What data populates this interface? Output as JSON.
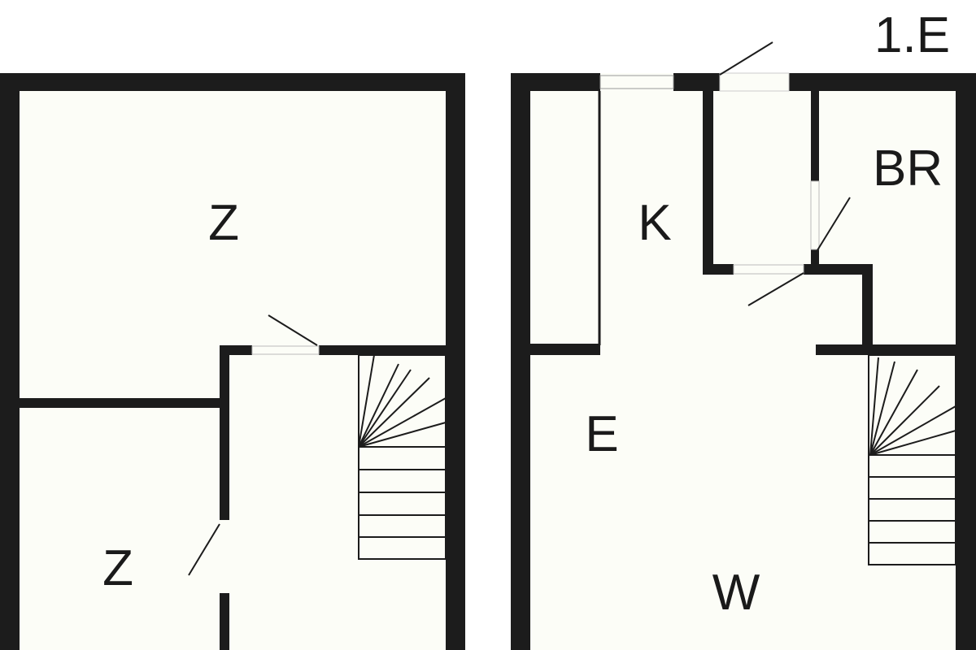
{
  "plan_label": "1.E",
  "left_unit": {
    "rooms": [
      {
        "label": "Z"
      },
      {
        "label": "Z"
      }
    ]
  },
  "right_unit": {
    "rooms": [
      {
        "label": "K"
      },
      {
        "label": "BR"
      },
      {
        "label": "E"
      },
      {
        "label": "W"
      }
    ]
  },
  "colors": {
    "wall": "#1c1c1c",
    "floor": "#fcfdf7",
    "background": "#ffffff"
  }
}
